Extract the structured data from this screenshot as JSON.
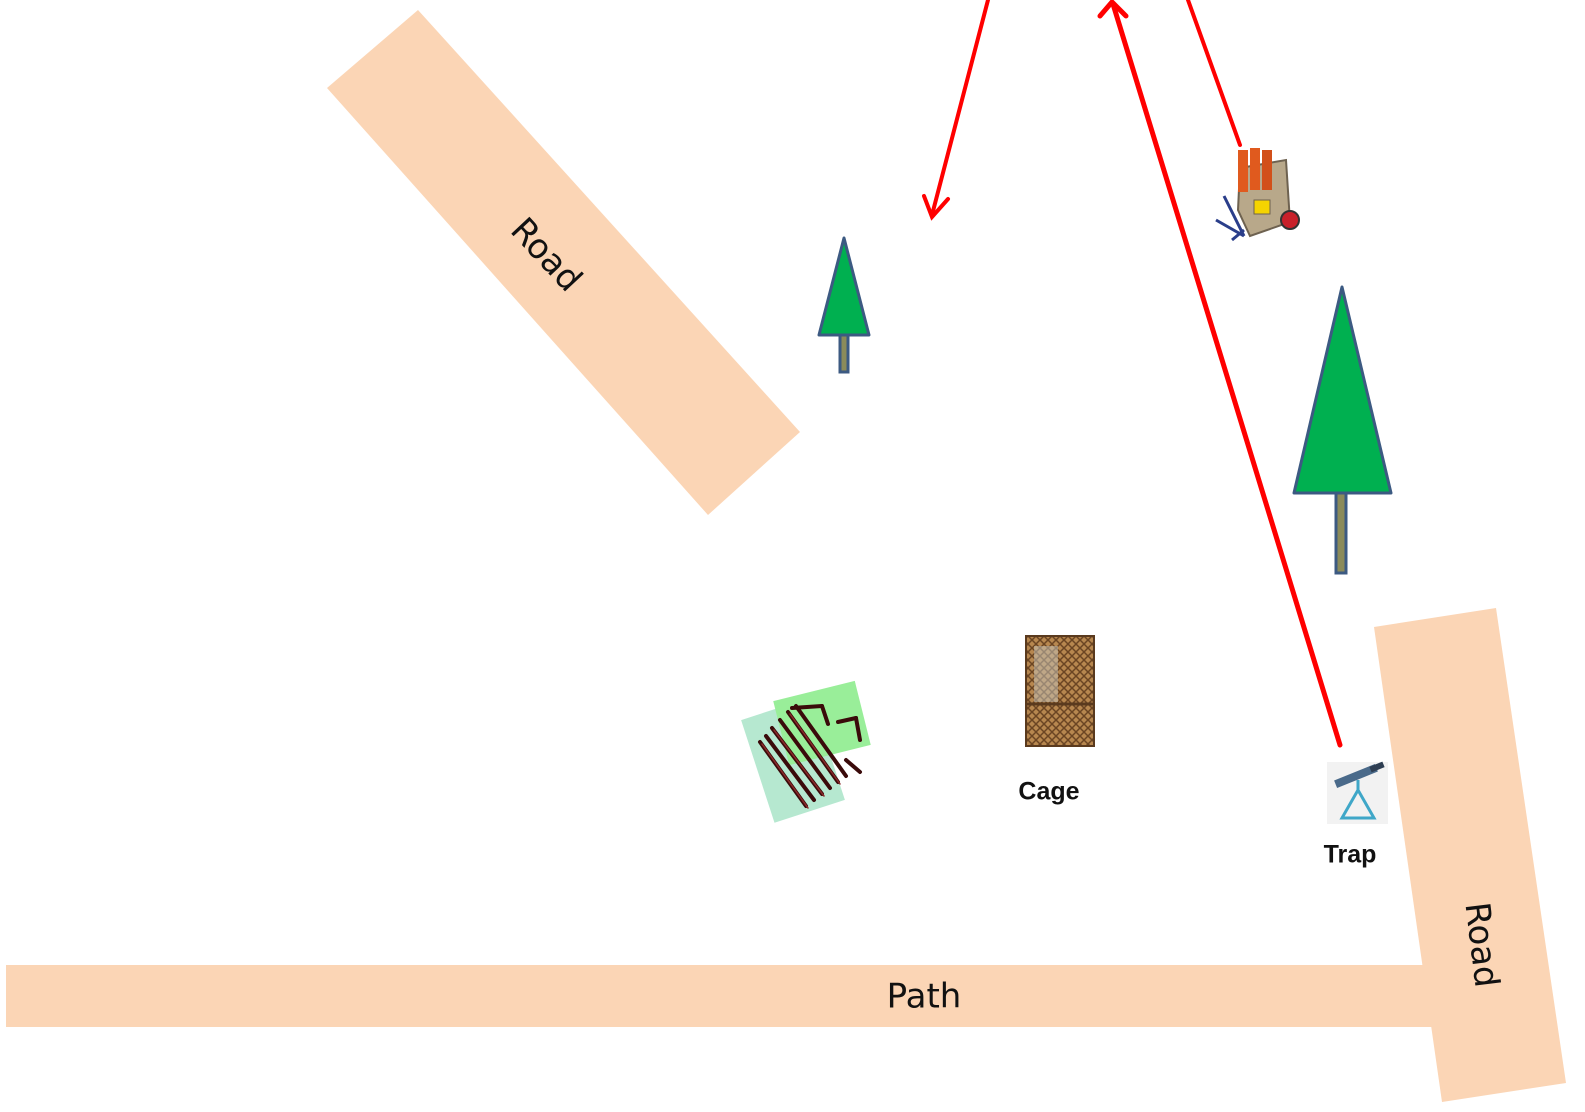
{
  "labels": {
    "road_upper": "Road",
    "road_right": "Road",
    "path": "Path",
    "cage": "Cage",
    "trap": "Trap"
  },
  "icons": {
    "thrower": "clay-target-thrower-icon",
    "trap": "trap-machine-icon",
    "cage": "cage-icon",
    "bench": "bench-icon",
    "tree": "tree-icon"
  },
  "colors": {
    "road": "#FBD5B5",
    "tree_fill": "#00B050",
    "tree_stroke": "#3C5A82",
    "trajectory": "#FF0000",
    "bench_pad_a": "#B6E8D0",
    "bench_pad_b": "#99EE99"
  }
}
